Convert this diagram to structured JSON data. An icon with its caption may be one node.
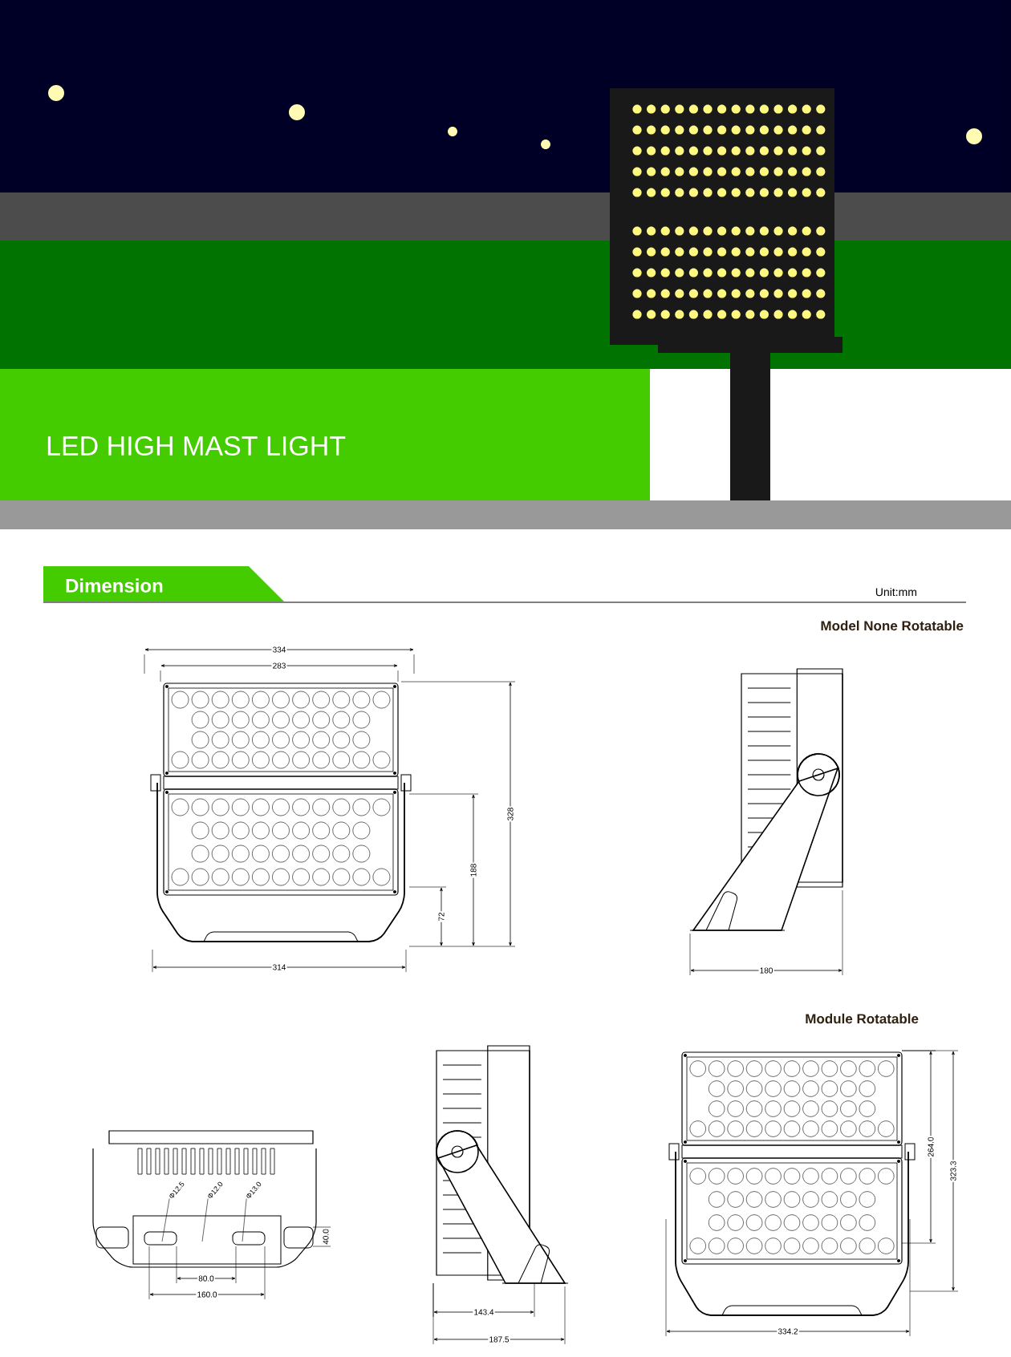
{
  "diagram": {
    "title": "LED HIGH MAST LIGHT",
    "nodes": [
      {
        "text": [
          "Φ12.5"
        ]
      },
      {
        "text": [
          "Φ12.0"
        ]
      },
      {
        "text": [
          "Φ13.0"
        ]
      }
    ],
    "edges": [
      {
        "from": 0,
        "to": null,
        "arrow": "none"
      },
      {
        "from": 1,
        "to": null,
        "arrow": "none"
      },
      {
        "from": 2,
        "to": null,
        "arrow": "none"
      }
    ],
    "labels": [
      "Dimension",
      "Unit:mm",
      "Model None Rotatable",
      "334",
      "283",
      "328",
      "188",
      "72",
      "314",
      "180",
      "Module Rotatable",
      "40.0",
      "80.0",
      "160.0",
      "143.4",
      "187.5",
      "264.0",
      "323.3",
      "334.2"
    ]
  }
}
